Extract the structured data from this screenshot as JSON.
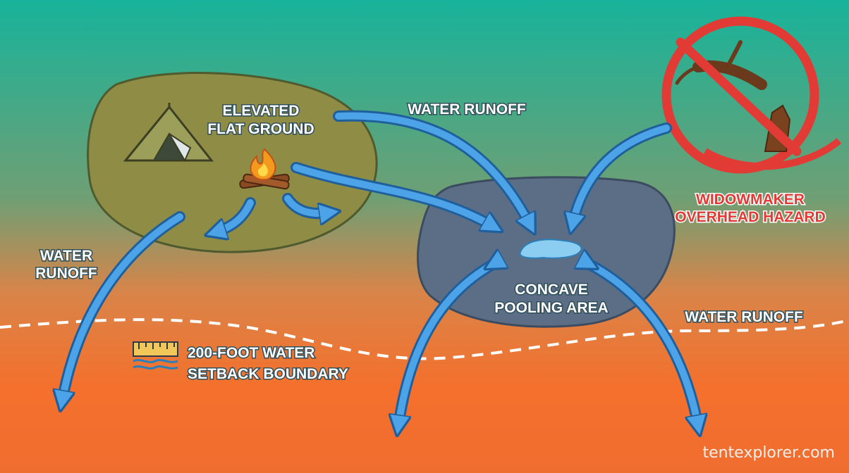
{
  "labels": {
    "elevated": [
      "ELEVATED",
      "FLAT GROUND"
    ],
    "runoff_top": "WATER RUNOFF",
    "runoff_left": [
      "WATER",
      "RUNOFF"
    ],
    "runoff_right": "WATER RUNOFF",
    "concave": [
      "CONCAVE",
      "POOLING AREA"
    ],
    "widowmaker": [
      "WIDOWMAKER",
      "OVERHEAD HAZARD"
    ],
    "setback": [
      "200-FOOT WATER",
      "SETBACK BOUNDARY"
    ]
  },
  "watermark": "tentexplorer.com",
  "colors": {
    "sky_top": "#17b39a",
    "ground_bottom": "#f4702c",
    "hill": "#8e8c45",
    "pool": "#5b6e86",
    "arrow": "#4da3e8",
    "hazard": "#e23b36"
  }
}
